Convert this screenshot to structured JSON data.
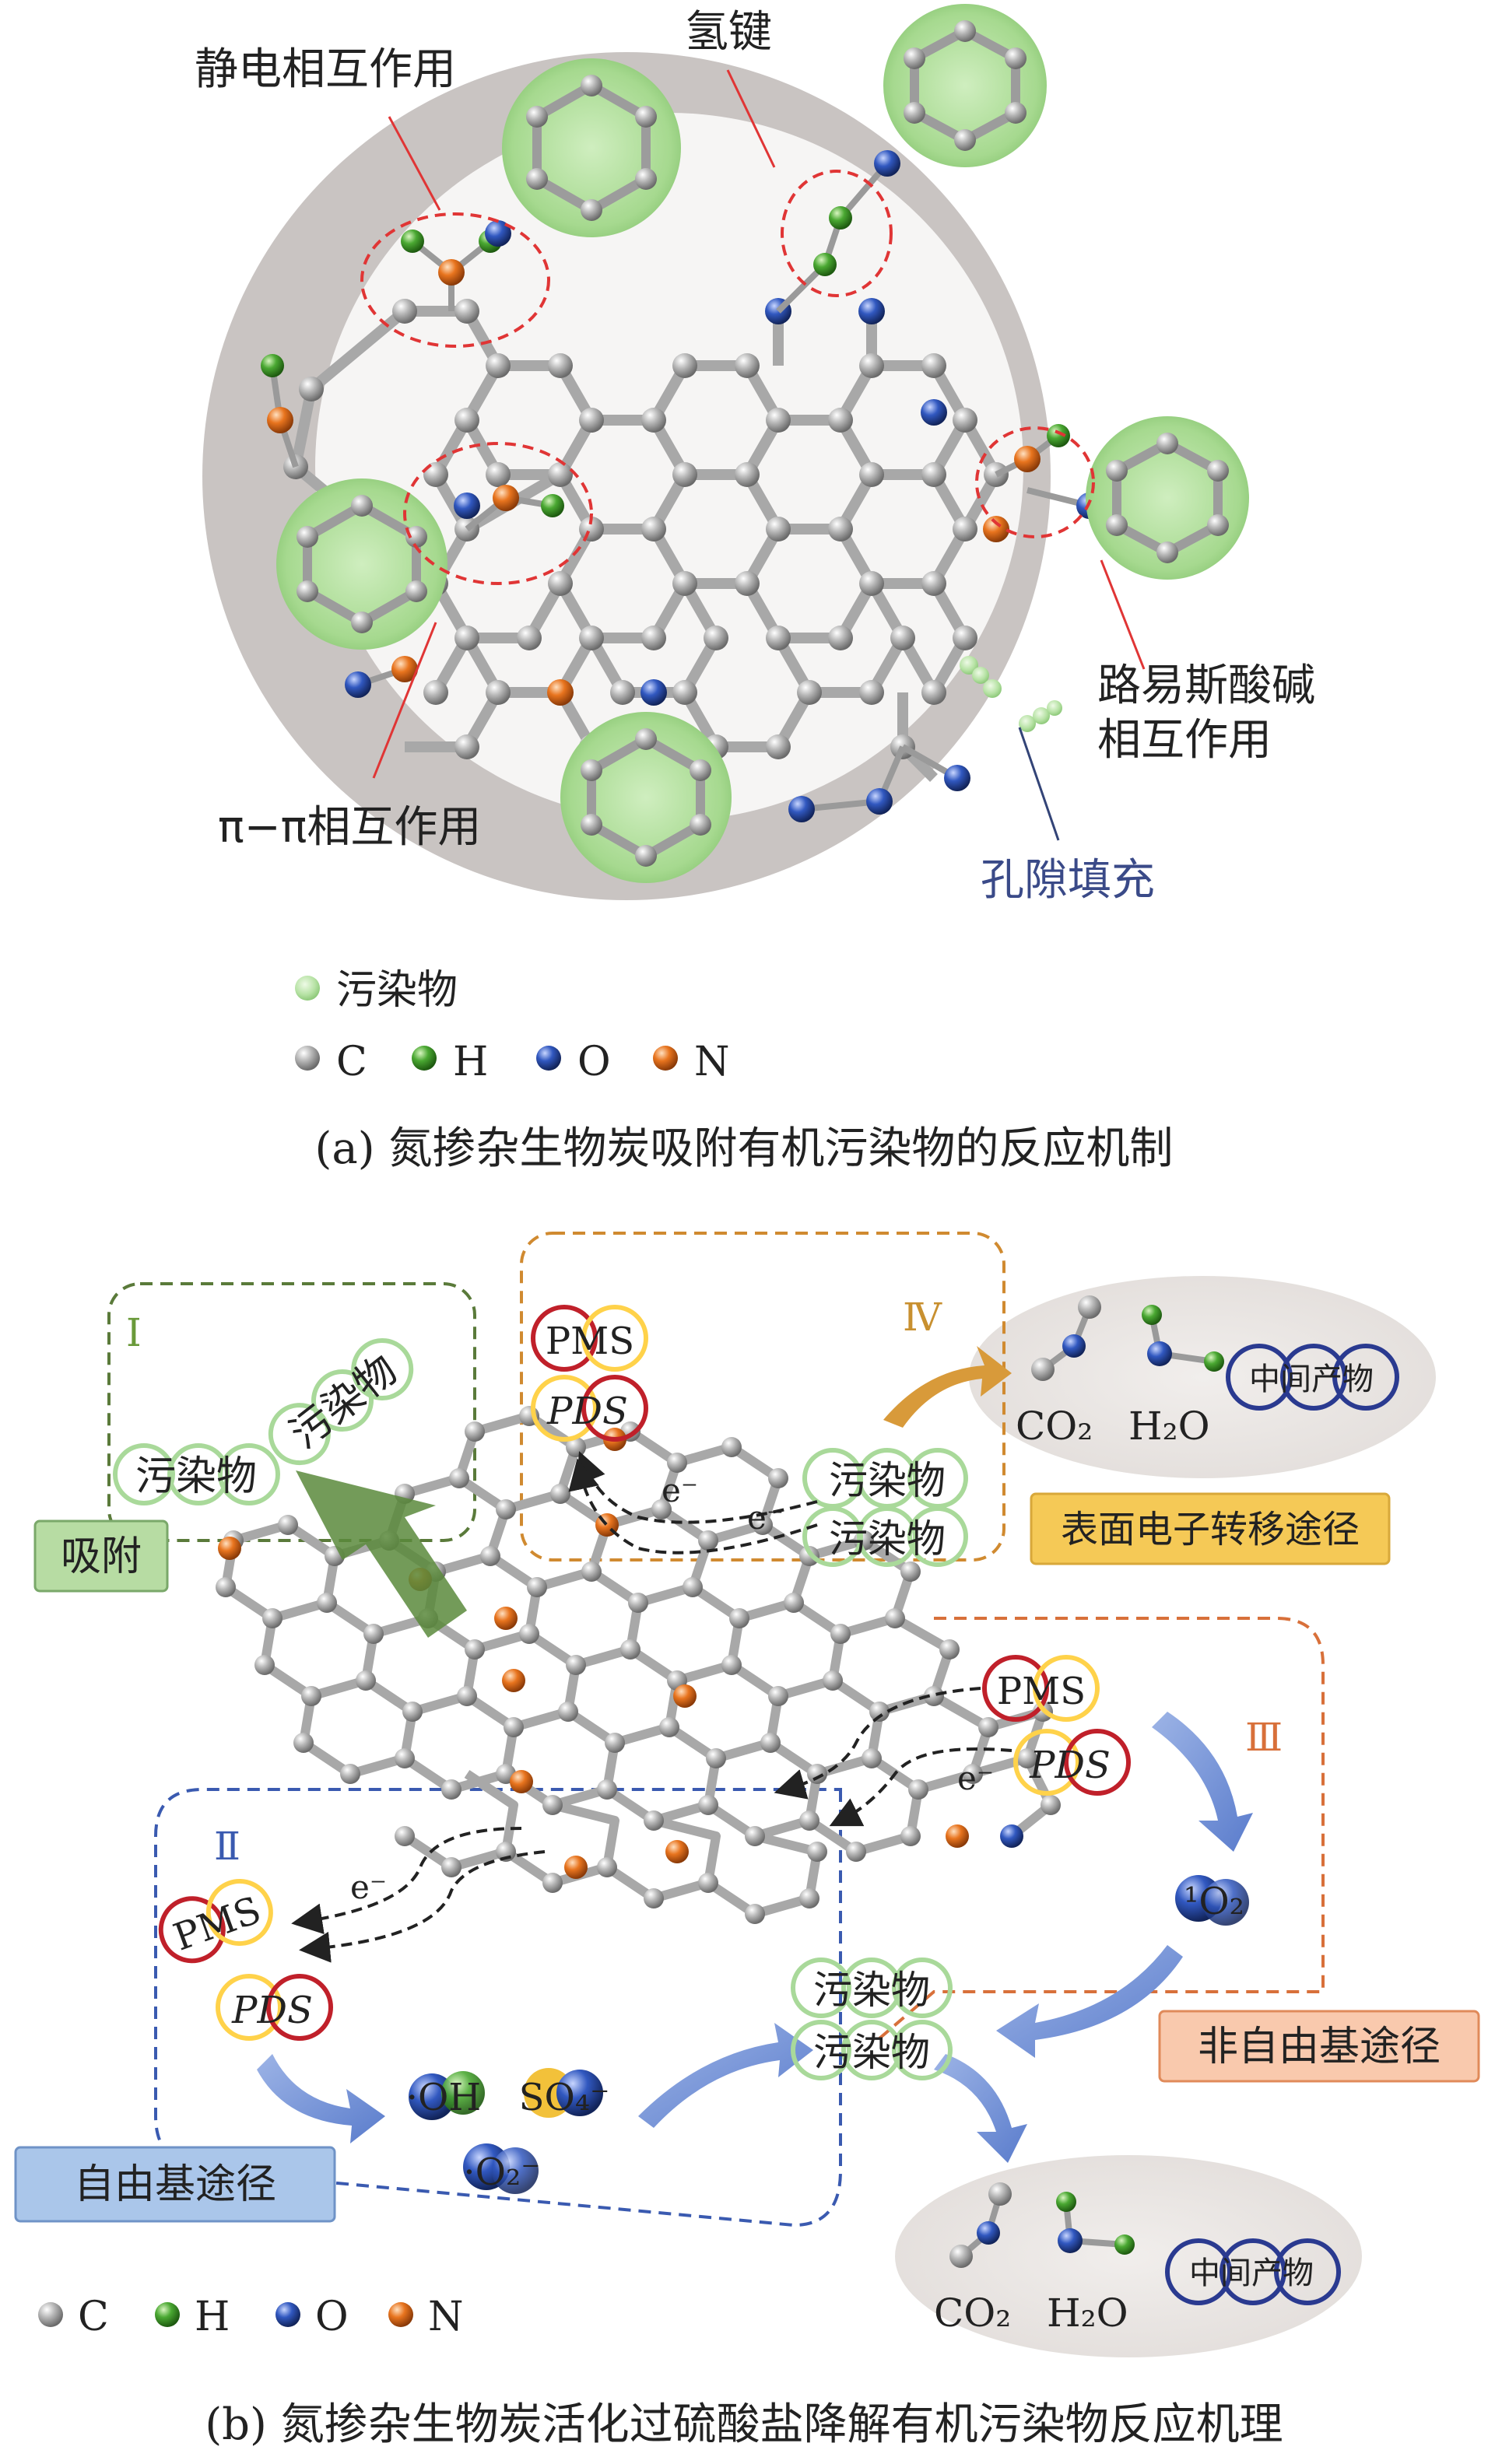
{
  "panel_a": {
    "labels": {
      "electrostatic": "静电相互作用",
      "hbond": "氢键",
      "lewis_line1": "路易斯酸碱",
      "lewis_line2": "相互作用",
      "pi_pi": "π−π相互作用",
      "pore": "孔隙填充"
    },
    "legend": {
      "pollutant": "污染物",
      "atoms": [
        "C",
        "H",
        "O",
        "N"
      ]
    },
    "caption": "(a) 氮掺杂生物炭吸附有机污染物的反应机制"
  },
  "panel_b": {
    "box_labels": {
      "I": "Ⅰ",
      "II": "Ⅱ",
      "III": "Ⅲ",
      "IV": "Ⅳ"
    },
    "pollutant": "污染物",
    "oxidants": {
      "pms": "PMS",
      "pds": "PDS"
    },
    "electron": "e⁻",
    "pathways": {
      "adsorption": "吸附",
      "surface_electron": "表面电子转移途径",
      "nonradical": "非自由基途径",
      "radical": "自由基途径"
    },
    "species": {
      "oh": "·OH",
      "so4": "SO₄⁻",
      "o2_radical": "·O₂⁻",
      "singlet_o2": "¹O₂"
    },
    "products": {
      "co2": "CO₂",
      "h2o": "H₂O",
      "intermediate": "中间产物"
    },
    "legend": {
      "atoms": [
        "C",
        "H",
        "O",
        "N"
      ]
    },
    "caption": "(b) 氮掺杂生物炭活化过硫酸盐降解有机污染物反应机理"
  },
  "colors": {
    "carbon": "#9a9a9a",
    "hydrogen": "#3e9a2a",
    "oxygen": "#2b50b0",
    "nitrogen": "#e0701e",
    "pollutant_green": "#a9d99a",
    "red_dash": "#e03030",
    "box_green": "#5a7a3a",
    "box_orange": "#d88a30",
    "box_blue": "#3a5ab0",
    "box_red": "#d86a3a"
  }
}
